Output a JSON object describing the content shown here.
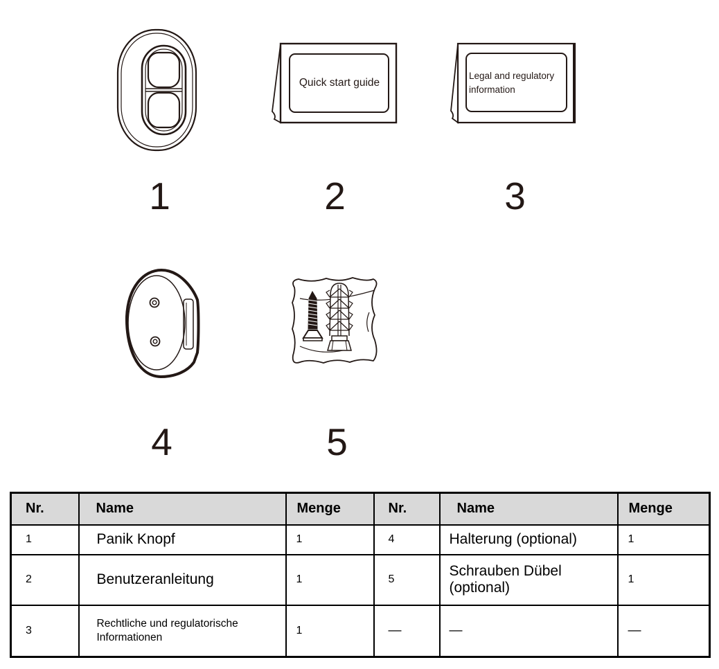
{
  "colors": {
    "line_art": "#231815",
    "table_border": "#000000",
    "header_background": "#d9d9d9",
    "text": "#000000"
  },
  "items": [
    {
      "number": "1",
      "figure": "panic-button-illustration"
    },
    {
      "number": "2",
      "figure": "quick-start-guide-card",
      "card_text": "Quick start guide"
    },
    {
      "number": "3",
      "figure": "legal-information-card",
      "card_text_lines": [
        "Legal and regulatory",
        "information"
      ]
    },
    {
      "number": "4",
      "figure": "mounting-bracket-illustration"
    },
    {
      "number": "5",
      "figure": "screw-anchor-bag-illustration"
    }
  ],
  "table": {
    "headers": [
      "Nr.",
      "Name",
      "Menge",
      "Nr.",
      "Name",
      "Menge"
    ],
    "rows": [
      [
        "1",
        "Panik Knopf",
        "1",
        "4",
        "Halterung (optional)",
        "1"
      ],
      [
        "2",
        "Benutzeranleitung",
        "1",
        "5",
        "Schrauben Dübel (optional)",
        "1"
      ],
      [
        "3",
        "Rechtliche und regulatorische Informationen",
        "1",
        "—",
        "—",
        "—"
      ]
    ]
  }
}
